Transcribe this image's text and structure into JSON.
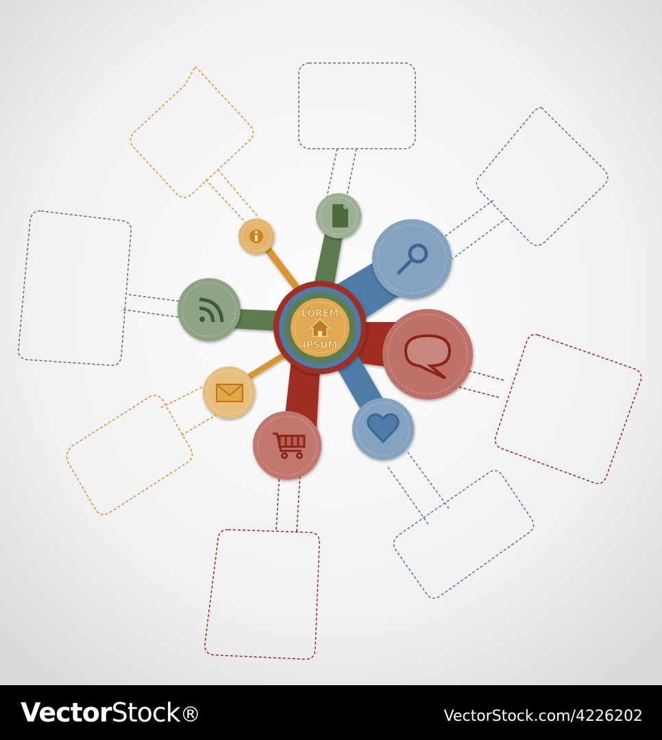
{
  "hub": {
    "line1": "LOREM",
    "line2": "IPSUM",
    "icon": "home-icon"
  },
  "nodes": [
    {
      "name": "info",
      "icon": "info-icon",
      "color": "#e0a24a"
    },
    {
      "name": "document",
      "icon": "document-icon",
      "color": "#7b9163"
    },
    {
      "name": "search",
      "icon": "search-icon",
      "color": "#5e86ad"
    },
    {
      "name": "chat",
      "icon": "speech-bubble-icon",
      "color": "#a33826"
    },
    {
      "name": "heart",
      "icon": "heart-icon",
      "color": "#5e86ad"
    },
    {
      "name": "cart",
      "icon": "shopping-cart-icon",
      "color": "#a33826"
    },
    {
      "name": "mail",
      "icon": "envelope-icon",
      "color": "#e0a24a"
    },
    {
      "name": "rss",
      "icon": "rss-icon",
      "color": "#5d7b4f"
    }
  ],
  "colors": {
    "orange": "#d9962e",
    "green": "#5d7b4f",
    "blue": "#4f7ba6",
    "red": "#a02f20"
  },
  "footer": {
    "brand_bold": "Vector",
    "brand_light": "Stock",
    "trademark": "®",
    "ref": "VectorStock.com/4226202"
  }
}
